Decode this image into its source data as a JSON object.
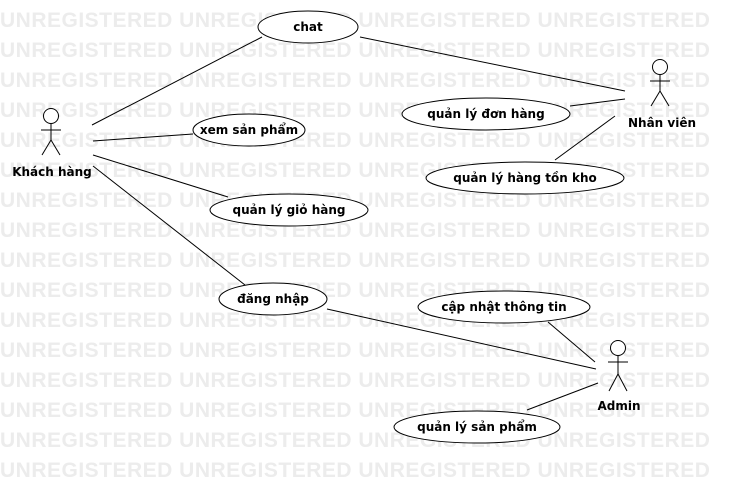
{
  "watermark": {
    "text": "UNREGISTERED UNREGISTERED UNREGISTERED UNREGISTERED",
    "color": "#ececec"
  },
  "actors": {
    "khach_hang": "Khách hàng",
    "nhan_vien": "Nhân viên",
    "admin": "Admin"
  },
  "use_cases": {
    "chat": "chat",
    "xem_san_pham": "xem sản phẩm",
    "quan_ly_gio_hang": "quản lý giỏ hàng",
    "dang_nhap": "đăng nhập",
    "quan_ly_don_hang": "quản lý đơn hàng",
    "quan_ly_hang_ton_kho": "quản lý hàng tồn kho",
    "cap_nhat_thong_tin": "cập nhật thông tin",
    "quan_ly_san_pham": "quản lý sản phẩm"
  }
}
